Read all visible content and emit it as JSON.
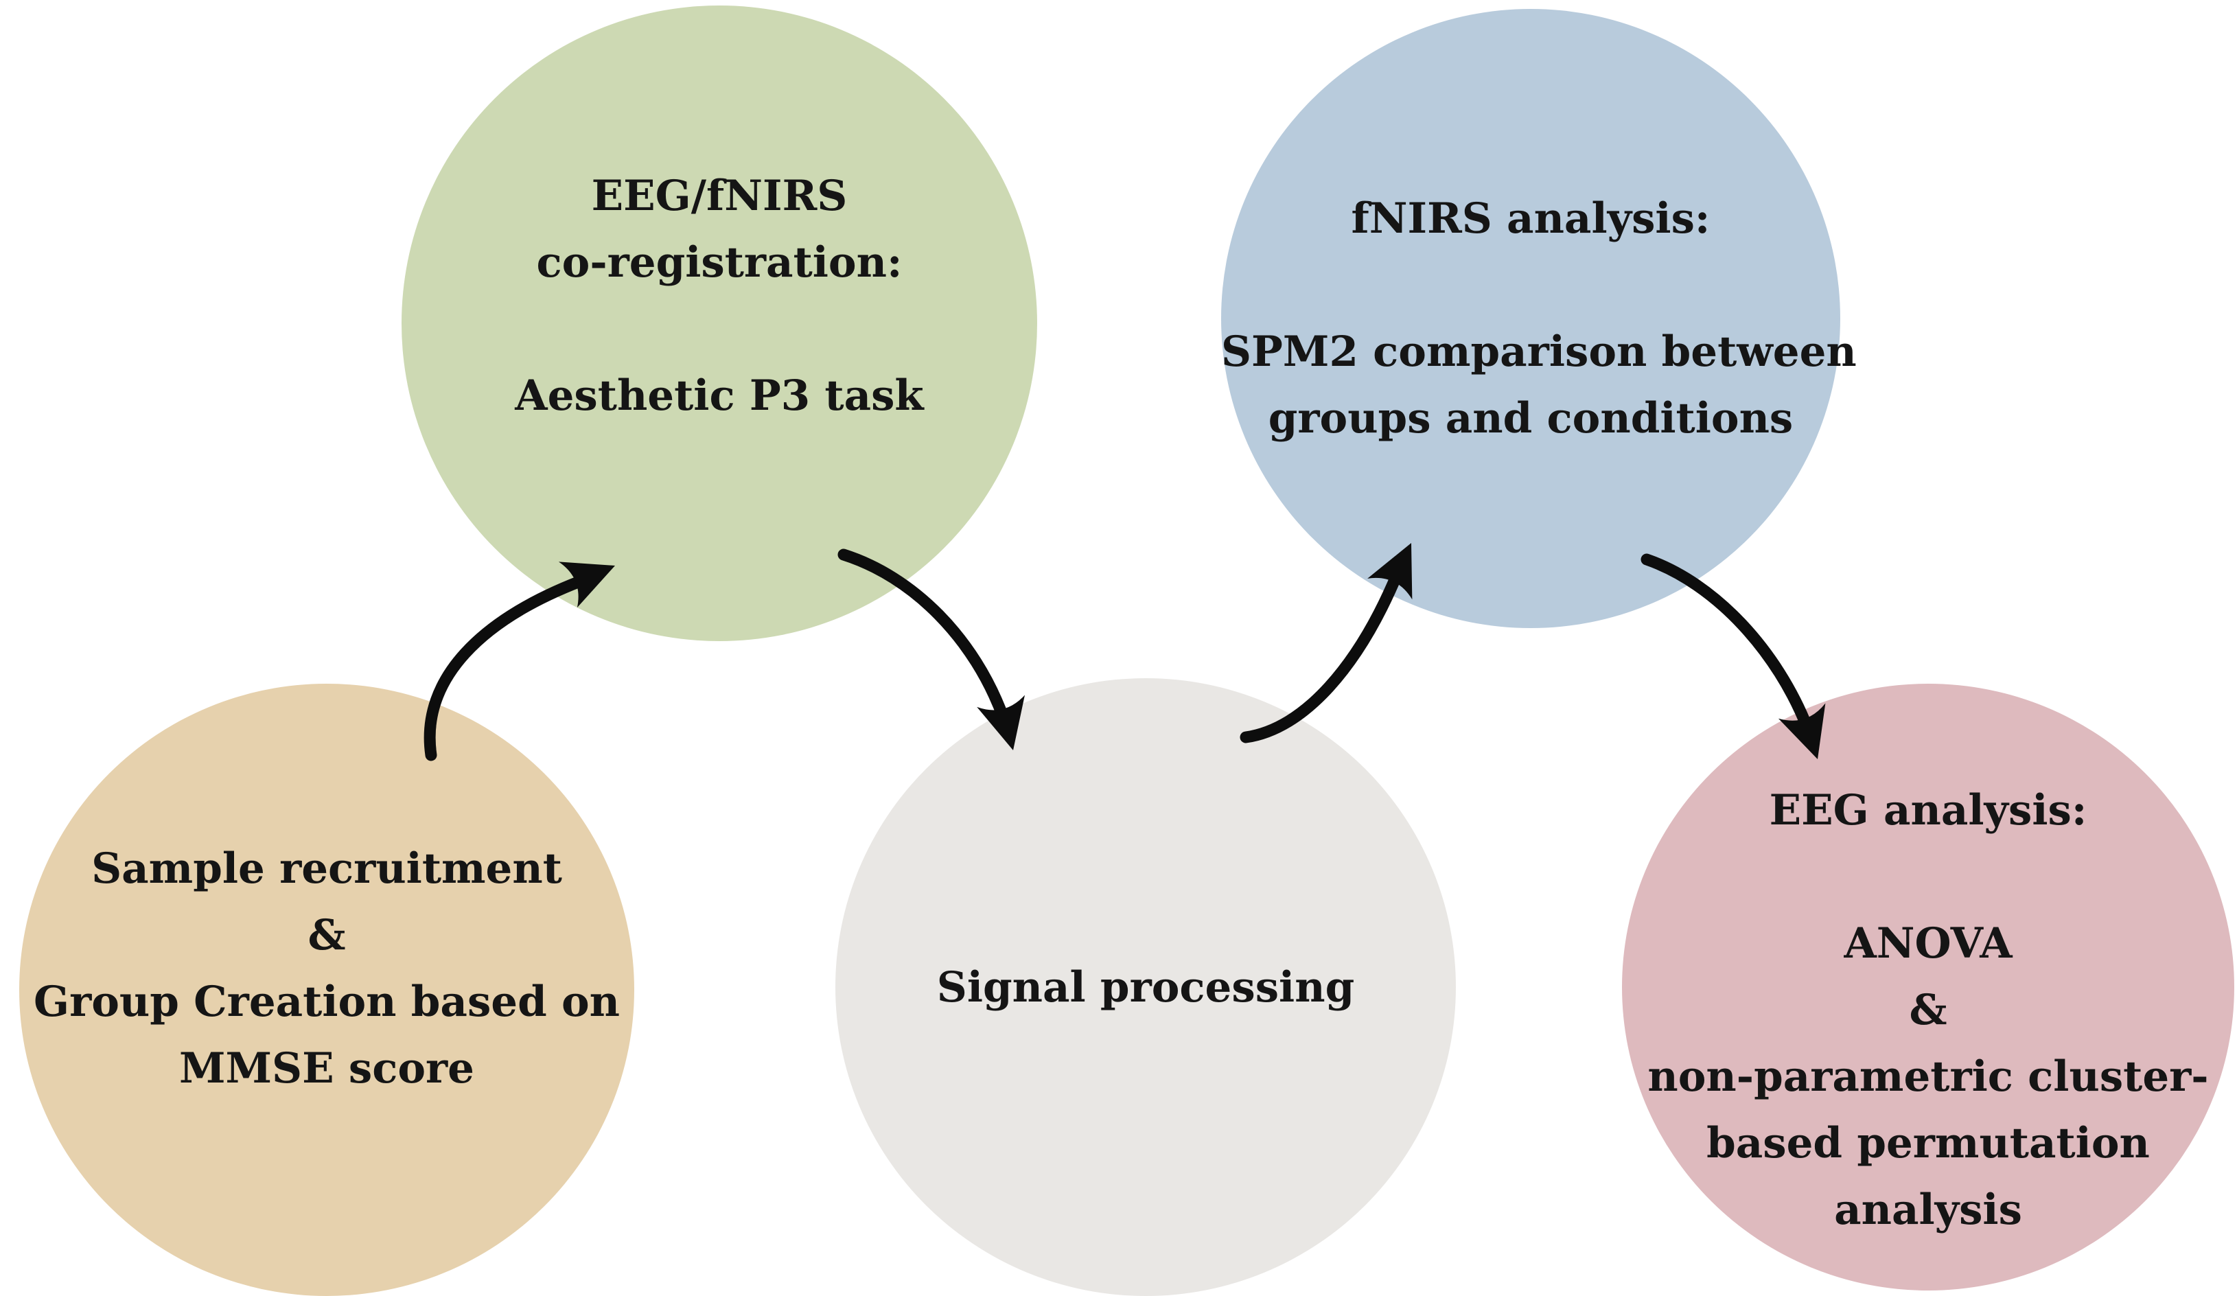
{
  "figure": {
    "background": "#ffffff",
    "text_color": "#151515",
    "arrow_color": "#0d0d0d",
    "nodes": [
      {
        "id": "sample-recruitment",
        "fill": "#e6d1ad",
        "lines": [
          "Sample recruitment",
          "&",
          "Group Creation based on",
          "MMSE score"
        ]
      },
      {
        "id": "eeg-fnirs-coregistration",
        "fill": "#cdd9b3",
        "lines": [
          "EEG/fNIRS",
          "co-registration:",
          "",
          "Aesthetic P3 task"
        ]
      },
      {
        "id": "signal-processing",
        "fill": "#e9e7e4",
        "lines": [
          "Signal processing"
        ]
      },
      {
        "id": "fnirs-analysis",
        "fill": "#b8cbdc",
        "lines": [
          "fNIRS analysis:",
          "",
          "SPM2 comparison between",
          "groups and conditions"
        ]
      },
      {
        "id": "eeg-analysis",
        "fill": "#debabe",
        "lines": [
          "EEG analysis:",
          "",
          "ANOVA",
          "&",
          "non-parametric cluster-",
          "based permutation",
          "analysis"
        ]
      }
    ],
    "arrows": [
      {
        "id": "recruitment-to-coregistration"
      },
      {
        "id": "coregistration-to-signal-processing"
      },
      {
        "id": "signal-processing-to-fnirs-analysis"
      },
      {
        "id": "fnirs-analysis-to-eeg-analysis"
      }
    ]
  }
}
